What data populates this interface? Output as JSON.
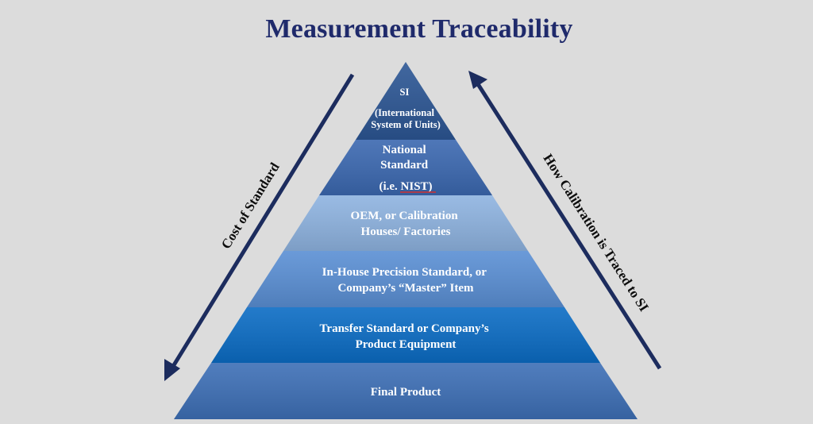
{
  "title": "Measurement Traceability",
  "colors": {
    "background": "#dcdcdc",
    "title": "#1f2a6b",
    "arrow": "#1c2c5e",
    "tier_si": "#2c5694",
    "tier_national": "#3b68b0",
    "tier_oem": "#8eb3e0",
    "tier_inhouse": "#5a8fd4",
    "tier_transfer": "#0b6cc4",
    "tier_final": "#3d6fb6"
  },
  "tiers": [
    {
      "id": "si",
      "lines": [
        "SI",
        "(International",
        "System of Units)"
      ]
    },
    {
      "id": "national",
      "lines": [
        "National",
        "Standard",
        "(i.e. NIST)"
      ]
    },
    {
      "id": "oem",
      "lines": [
        "OEM, or Calibration",
        "Houses/ Factories"
      ]
    },
    {
      "id": "inhouse",
      "lines": [
        "In-House Precision Standard, or",
        "Company’s “Master”  Item"
      ]
    },
    {
      "id": "transfer",
      "lines": [
        "Transfer Standard or Company’s",
        "Product Equipment"
      ]
    },
    {
      "id": "final",
      "lines": [
        "Final Product"
      ]
    }
  ],
  "left_arrow": {
    "label": "Cost of Standard",
    "direction": "down"
  },
  "right_arrow": {
    "label": "How Calibration is Traced to SI",
    "direction": "up"
  }
}
